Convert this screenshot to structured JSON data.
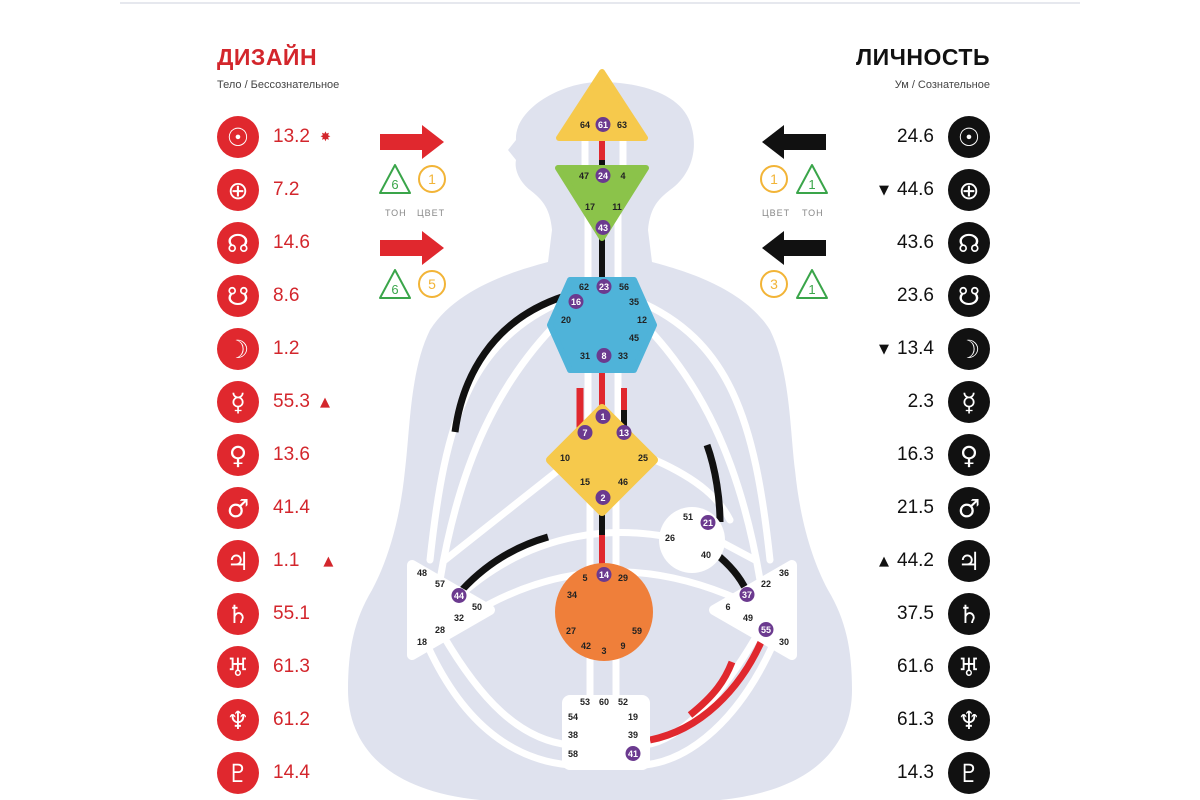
{
  "design": {
    "title": "ДИЗАЙН",
    "subtitle": "Тело / Бессознательное",
    "rows": [
      {
        "icon": "sun-icon",
        "glyph": "☉",
        "value": "13.2",
        "mark": "✸"
      },
      {
        "icon": "earth-icon",
        "glyph": "⊕",
        "value": "7.2",
        "mark": ""
      },
      {
        "icon": "north-node-icon",
        "glyph": "☊",
        "value": "14.6",
        "mark": ""
      },
      {
        "icon": "south-node-icon",
        "glyph": "☋",
        "value": "8.6",
        "mark": ""
      },
      {
        "icon": "moon-icon",
        "glyph": "☽",
        "value": "1.2",
        "mark": ""
      },
      {
        "icon": "mercury-icon",
        "glyph": "☿",
        "value": "55.3",
        "mark": "▲"
      },
      {
        "icon": "venus-icon",
        "glyph": "♀",
        "value": "13.6",
        "mark": ""
      },
      {
        "icon": "mars-icon",
        "glyph": "♂",
        "value": "41.4",
        "mark": ""
      },
      {
        "icon": "jupiter-icon",
        "glyph": "♃",
        "value": "1.1",
        "mark": "▲"
      },
      {
        "icon": "saturn-icon",
        "glyph": "♄",
        "value": "55.1",
        "mark": ""
      },
      {
        "icon": "uranus-icon",
        "glyph": "♅",
        "value": "61.3",
        "mark": ""
      },
      {
        "icon": "neptune-icon",
        "glyph": "♆",
        "value": "61.2",
        "mark": ""
      },
      {
        "icon": "pluto-icon",
        "glyph": "♇",
        "value": "14.4",
        "mark": ""
      }
    ],
    "variables": [
      {
        "tone": "6",
        "color": "1"
      },
      {
        "tone": "6",
        "color": "5"
      }
    ],
    "tone_label": "ТОН",
    "color_label": "ЦВЕТ"
  },
  "personality": {
    "title": "ЛИЧНОСТЬ",
    "subtitle": "Ум / Сознательное",
    "rows": [
      {
        "icon": "sun-icon",
        "glyph": "☉",
        "value": "24.6",
        "mark": ""
      },
      {
        "icon": "earth-icon",
        "glyph": "⊕",
        "value": "44.6",
        "mark": "▼"
      },
      {
        "icon": "north-node-icon",
        "glyph": "☊",
        "value": "43.6",
        "mark": ""
      },
      {
        "icon": "south-node-icon",
        "glyph": "☋",
        "value": "23.6",
        "mark": ""
      },
      {
        "icon": "moon-icon",
        "glyph": "☽",
        "value": "13.4",
        "mark": "▼"
      },
      {
        "icon": "mercury-icon",
        "glyph": "☿",
        "value": "2.3",
        "mark": ""
      },
      {
        "icon": "venus-icon",
        "glyph": "♀",
        "value": "16.3",
        "mark": ""
      },
      {
        "icon": "mars-icon",
        "glyph": "♂",
        "value": "21.5",
        "mark": ""
      },
      {
        "icon": "jupiter-icon",
        "glyph": "♃",
        "value": "44.2",
        "mark": "▲"
      },
      {
        "icon": "saturn-icon",
        "glyph": "♄",
        "value": "37.5",
        "mark": ""
      },
      {
        "icon": "uranus-icon",
        "glyph": "♅",
        "value": "61.6",
        "mark": ""
      },
      {
        "icon": "neptune-icon",
        "glyph": "♆",
        "value": "61.3",
        "mark": ""
      },
      {
        "icon": "pluto-icon",
        "glyph": "♇",
        "value": "14.3",
        "mark": ""
      }
    ],
    "variables": [
      {
        "tone": "1",
        "color": "1"
      },
      {
        "tone": "1",
        "color": "3"
      }
    ],
    "tone_label": "ТОН",
    "color_label": "ЦВЕТ"
  },
  "colors": {
    "design_red": "#e0282e",
    "personality_black": "#111111",
    "tone_green": "#3aa54a",
    "color_gold": "#f2b437",
    "silhouette": "#dfe2ee",
    "channel_white": "#ffffff",
    "gate_purple": "#6b3a8f",
    "head": "#f6c94c",
    "ajna": "#8bc34a",
    "throat": "#4fb3d9",
    "g_center": "#f6c94c",
    "sacral": "#ef7f3a"
  },
  "gates": {
    "head": [
      "64",
      "61",
      "63"
    ],
    "ajna": [
      "47",
      "24",
      "4",
      "17",
      "11",
      "43"
    ],
    "throat": [
      "62",
      "23",
      "56",
      "16",
      "35",
      "20",
      "12",
      "45",
      "31",
      "8",
      "33"
    ],
    "g": [
      "1",
      "7",
      "13",
      "10",
      "25",
      "15",
      "46",
      "2"
    ],
    "heart": [
      "51",
      "21",
      "26",
      "40"
    ],
    "sacral": [
      "5",
      "14",
      "29",
      "34",
      "27",
      "59",
      "42",
      "3",
      "9"
    ],
    "spleen": [
      "48",
      "57",
      "44",
      "50",
      "32",
      "28",
      "18"
    ],
    "solar": [
      "36",
      "22",
      "37",
      "6",
      "49",
      "55",
      "30"
    ],
    "root": [
      "53",
      "60",
      "52",
      "54",
      "19",
      "38",
      "39",
      "58",
      "41"
    ]
  }
}
